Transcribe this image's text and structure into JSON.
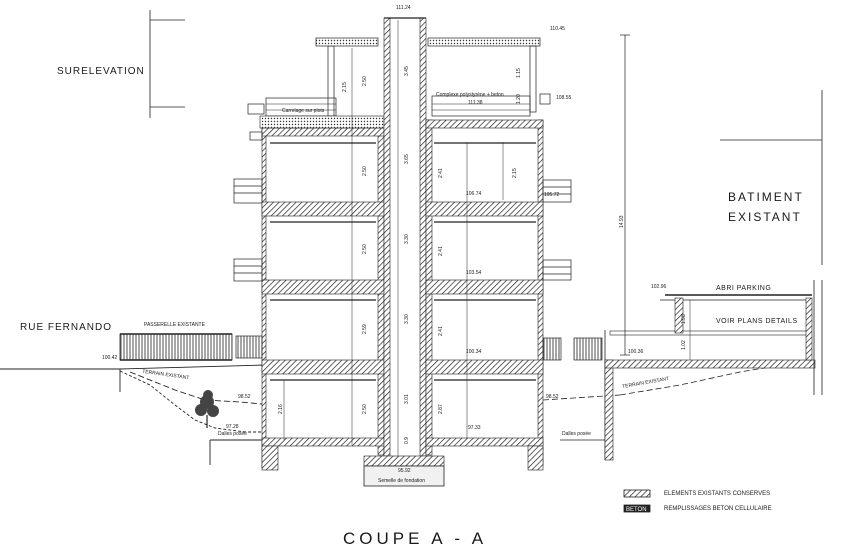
{
  "labels": {
    "surelevation": "SURELEVATION",
    "batiment_line1": "BATIMENT",
    "batiment_line2": "EXISTANT",
    "rue": "RUE FERNANDO",
    "passerelle": "PASSERELLE EXISTANTE",
    "abri": "ABRI PARKING",
    "voir_plans": "VOIR PLANS DETAILS",
    "terrain_left": "TERRAIN EXISTANT",
    "terrain_right": "TERRAIN EXISTANT",
    "carrelage": "Carrelage sur plots",
    "complexe": "Complexe polystyrène + beton",
    "dalle_left": "Dalles posée",
    "dalle_right": "Dalles posée",
    "fondation": "Semelle de fondation",
    "title": "COUPE A - A"
  },
  "levels": {
    "top": "111.24",
    "roof_right": "110.45",
    "terrace": "111.38",
    "terrace_right": "108.55",
    "floor2": "106.74",
    "floor2_right": "105.72",
    "floor1": "103.54",
    "ground": "100.34",
    "street": "100.42",
    "parking_roof": "102.96",
    "parking_floor": "100.36",
    "garden_left": "98.52",
    "garden_right": "98.52",
    "basement_left": "97.28",
    "basement_right": "97.33",
    "foundation": "95.92"
  },
  "dims": {
    "shaft_top": "3.45",
    "shaft_floor2": "3.65",
    "shaft_floor1": "3.30",
    "shaft_ground": "3.30",
    "shaft_base": "3.01",
    "shaft_pit": "0.9",
    "h_left_top": "2.15",
    "h_left_top2": "2.50",
    "h_left_f2": "2.50",
    "h_left_f1": "2.50",
    "h_left_g": "2.59",
    "h_left_b": "2.50",
    "h_left_base": "2.16",
    "h_right_f2a": "2.41",
    "h_right_f2b": "2.15",
    "h_right_f1": "2.41",
    "h_right_g": "2.41",
    "h_right_b": "2.87",
    "h_right_top": "1.15",
    "h_right_top2": "1.20",
    "overall": "14.93",
    "parking_a": "1.98",
    "parking_b": "1.02"
  },
  "legend": {
    "existing": "ELEMENTS EXISTANTS CONSERVES",
    "fill": "REMPLISSAGES BETON CELLULAIRE"
  }
}
